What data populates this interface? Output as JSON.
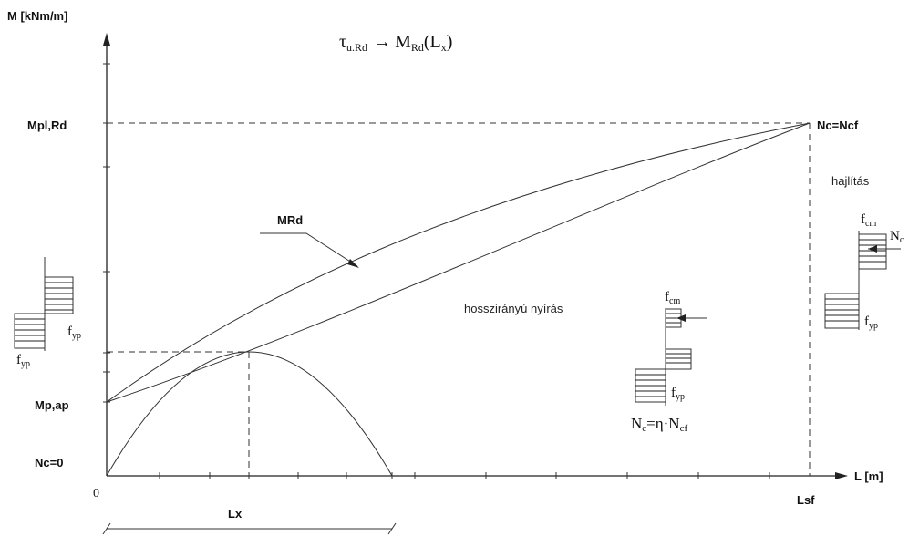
{
  "formula": {
    "tau": "τ",
    "tau_sub": "u.Rd",
    "arrow": "→",
    "m": "M",
    "m_sub": "Rd",
    "paren_open": "(L",
    "l_sub": "x",
    "paren_close": ")"
  },
  "axes": {
    "y_label": "M [kNm/m]",
    "x_label": "L [m]",
    "origin": "0"
  },
  "y_levels": {
    "mpl_rd": "Mpl,Rd",
    "mp_ap": "Mp,ap",
    "nc0": "Nc=0"
  },
  "x_levels": {
    "lsf": "Lsf",
    "lx": "Lx"
  },
  "curves": {
    "mrd_label": "MRd",
    "end_label": "Nc=Ncf"
  },
  "regions": {
    "shear": "hosszirányú nyírás",
    "bending": "hajlítás"
  },
  "stress_blocks": {
    "left_fyp_top": "f",
    "left_fyp_top_sub": "yp",
    "left_fyp_bottom": "f",
    "left_fyp_bottom_sub": "yp",
    "mid_fcm": "f",
    "mid_fcm_sub": "cm",
    "mid_fyp": "f",
    "mid_fyp_sub": "yp",
    "mid_eq_n": "N",
    "mid_eq_sub": "c",
    "mid_eq_rest": "=η·N",
    "mid_eq_sub2": "cf",
    "right_fcm": "f",
    "right_fcm_sub": "cm",
    "right_fyp": "f",
    "right_fyp_sub": "yp",
    "right_nc": "N",
    "right_nc_sub": "c"
  }
}
